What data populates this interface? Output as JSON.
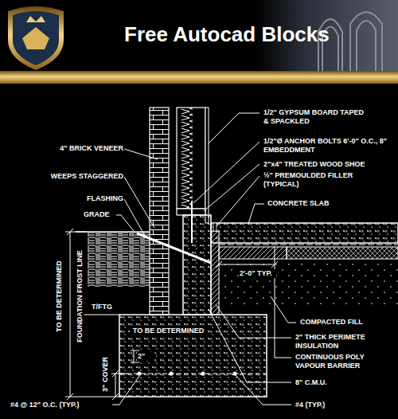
{
  "diagram": {
    "title": "Free Autocad Blocks",
    "labels": [
      "1/2\" GYPSUM BOARD TAPED & SPACKLED",
      "1/2\"Ø ANCHOR BOLTS 6'-0\" O.C., 8\" EMBEDDMENT",
      "2\"x4\" TREATED WOOD SHOE",
      "½\" PREMOULDED FILLER (TYPICAL)",
      "CONCRETE SLAB",
      "4\" BRICK VENEER",
      "WEEPS STAGGERED",
      "FLASHING",
      "GRADE",
      "TO BE DETERMINED",
      "FOUNDATION FROST LINE",
      "T/FTG",
      "3\" COVER",
      "2\"",
      "TO BE DETERMINED",
      "2'-0\" TYP.",
      "COMPACTED FILL",
      "2\" THICK PERIMETE INSULATION",
      "CONTINUOUS POLY VAPOUR BARRIER",
      "8\" C.M.U.",
      "#4 (TYP.)",
      "#4 @ 12\" O.C. (TYP.)"
    ]
  }
}
